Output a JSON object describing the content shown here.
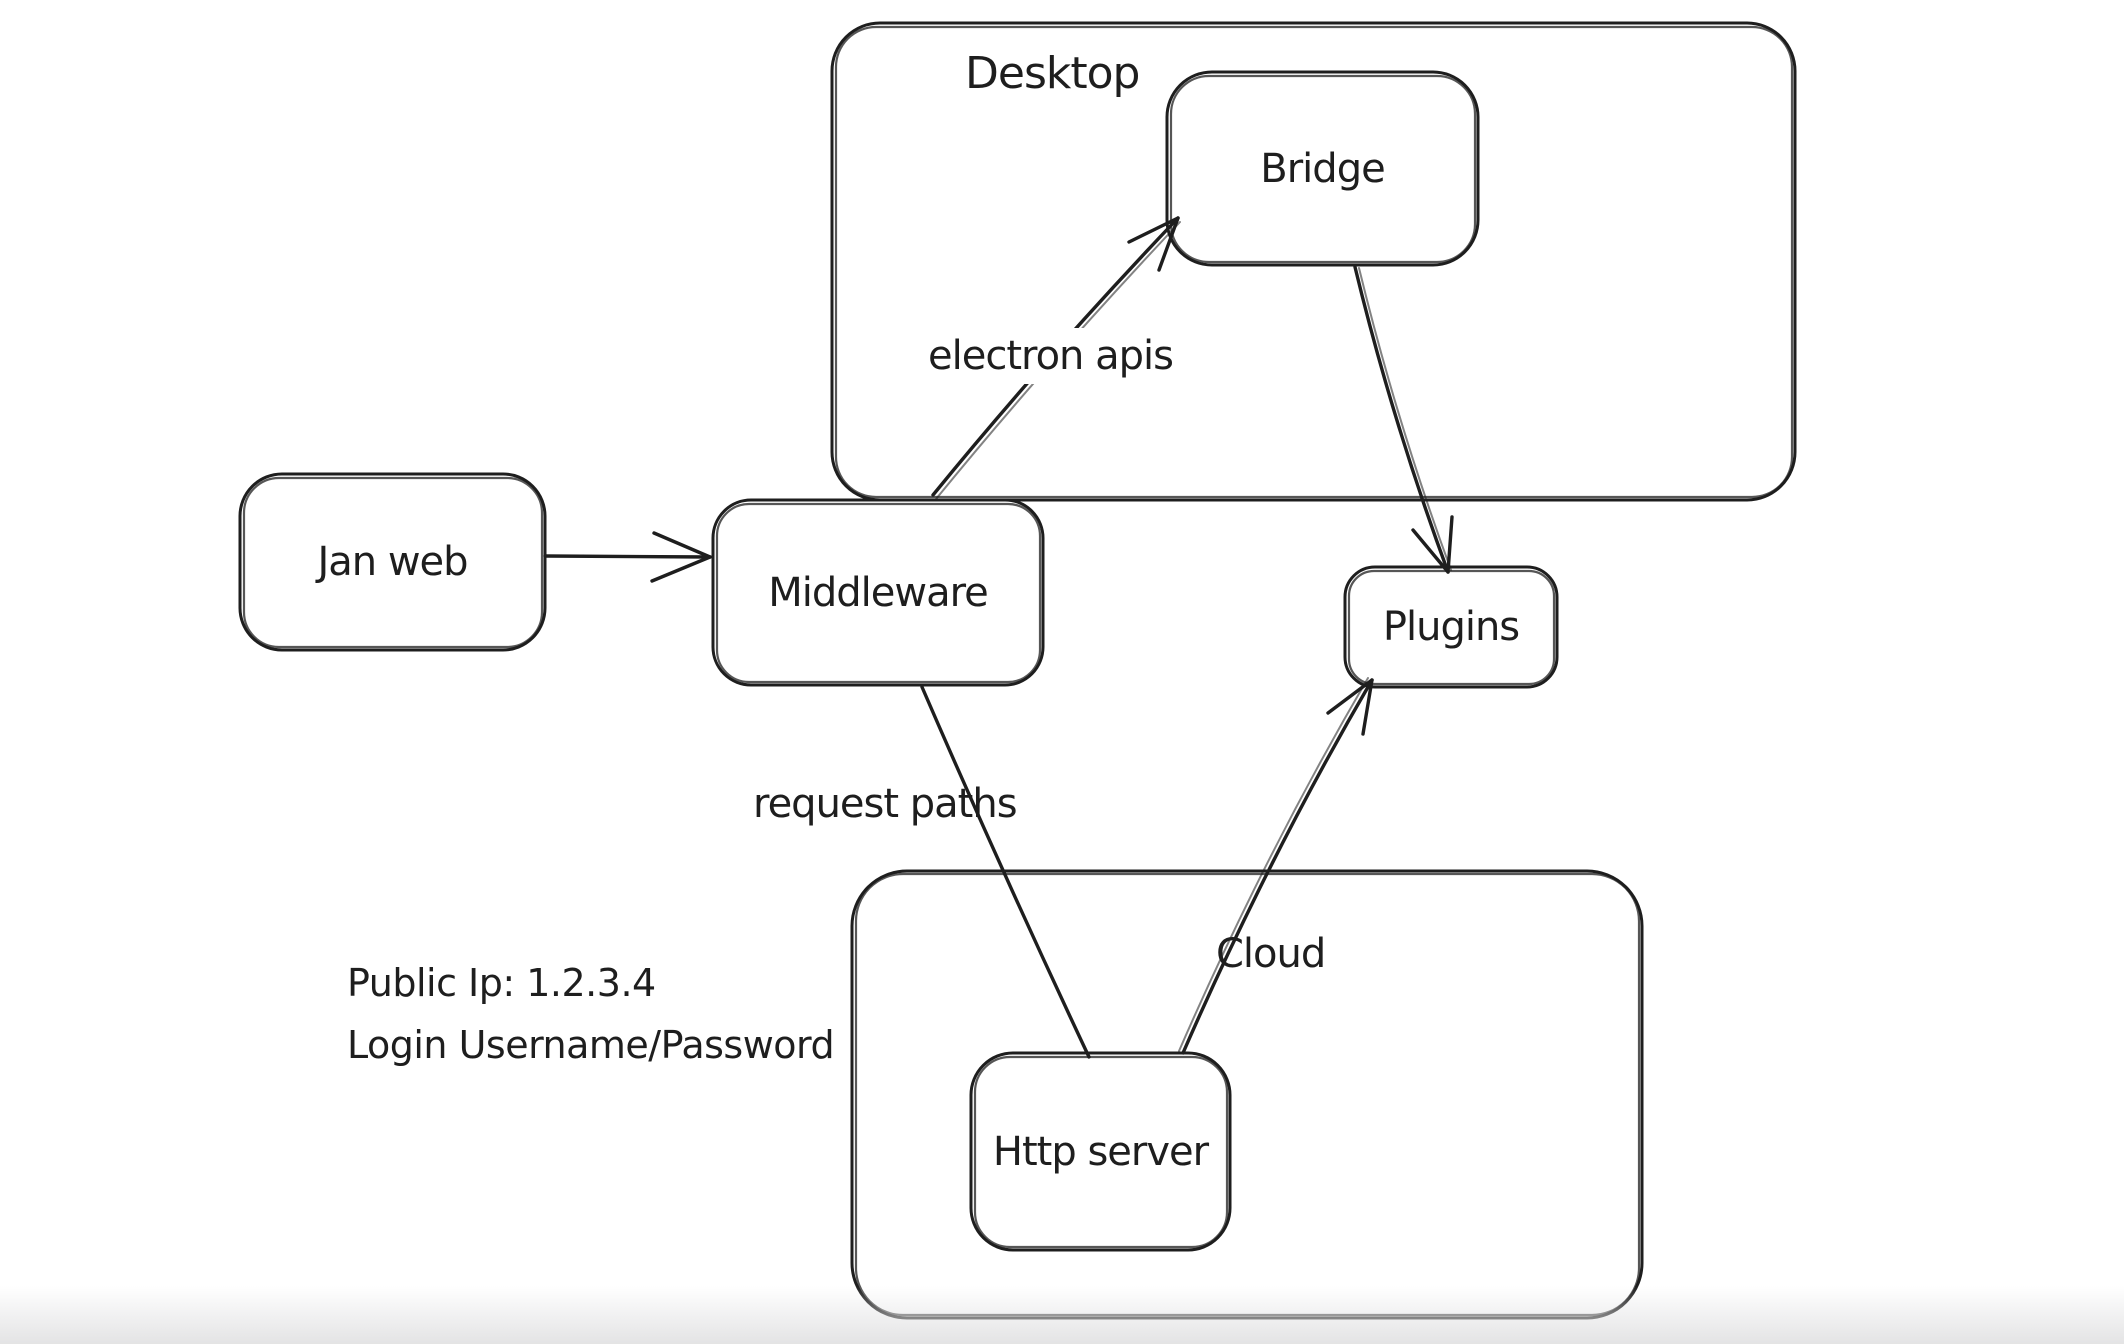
{
  "canvas": {
    "background": "#ffffff",
    "stroke_color": "#1e1e1e",
    "text_color": "#1e1e1e"
  },
  "containers": {
    "desktop": {
      "label": "Desktop"
    },
    "cloud": {
      "label": "Cloud"
    }
  },
  "nodes": {
    "jan_web": {
      "label": "Jan web"
    },
    "middleware": {
      "label": "Middleware"
    },
    "bridge": {
      "label": "Bridge"
    },
    "plugins": {
      "label": "Plugins"
    },
    "http_server": {
      "label": "Http server"
    }
  },
  "edges": [
    {
      "from": "Jan web",
      "to": "Middleware",
      "label": "",
      "arrowhead": true
    },
    {
      "from": "Middleware",
      "to": "Bridge",
      "label": "electron apis",
      "arrowhead": true
    },
    {
      "from": "Bridge",
      "to": "Plugins",
      "label": "",
      "arrowhead": true
    },
    {
      "from": "Middleware",
      "to": "Http server",
      "label": "request paths",
      "arrowhead": false
    },
    {
      "from": "Http server",
      "to": "Plugins",
      "label": "",
      "arrowhead": true
    }
  ],
  "note": {
    "line1": "Public Ip: 1.2.3.4",
    "line2": "Login Username/Password"
  }
}
